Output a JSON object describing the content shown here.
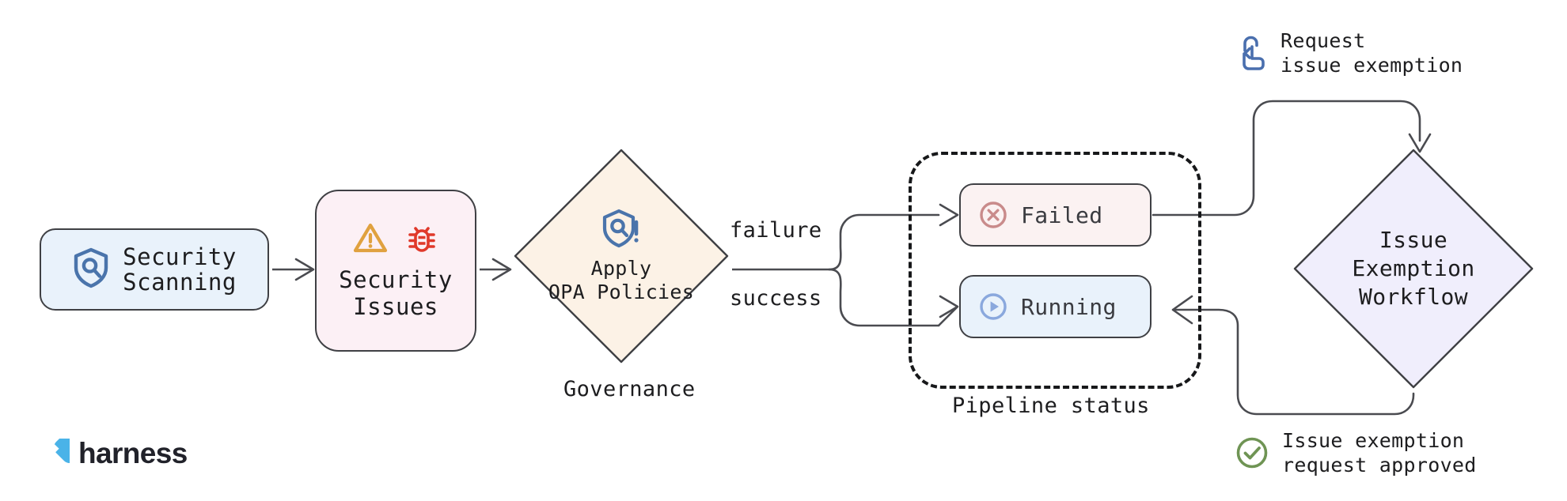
{
  "diagram": {
    "title": "Harness security scanning governance and issue exemption flow",
    "background": "#ffffff"
  },
  "nodes": {
    "security_scanning": {
      "label": "Security\nScanning",
      "line1": "Security",
      "line2": "Scanning",
      "icon": "shield-search-icon",
      "fill": "#e9f2fb",
      "stroke": "#3f4044"
    },
    "security_issues": {
      "label": "Security\nIssues",
      "line1": "Security",
      "line2": "Issues",
      "icons": [
        "warning-triangle-icon",
        "bug-icon"
      ],
      "fill": "#fcf0f5",
      "stroke": "#3f4044"
    },
    "governance": {
      "line1": "Apply",
      "line2": "OPA Policies",
      "caption": "Governance",
      "icon": "shield-policy-alert-icon",
      "fill": "#fcf2e6",
      "stroke": "#3f4044",
      "shape": "diamond"
    },
    "issue_exemption_workflow": {
      "line1": "Issue",
      "line2": "Exemption",
      "line3": "Workflow",
      "fill": "#f0eefc",
      "stroke": "#3f4044",
      "shape": "diamond"
    }
  },
  "pipeline_status": {
    "caption": "Pipeline status",
    "border_style": "dashed",
    "items": [
      {
        "label": "Failed",
        "icon": "x-circle-icon",
        "fill": "#fbf2f2",
        "icon_color": "#c98b8b"
      },
      {
        "label": "Running",
        "icon": "play-circle-icon",
        "fill": "#e9f2fb",
        "icon_color": "#8aa8dd"
      }
    ]
  },
  "edges": {
    "failure_label": "failure",
    "success_label": "success"
  },
  "annotations": [
    {
      "text": "Request\nissue exemption",
      "line1": "Request",
      "line2": "issue exemption",
      "icon": "click-hand-icon",
      "color": "#4a6fae"
    },
    {
      "text": "Issue exemption\nrequest approved",
      "line1": "Issue exemption",
      "line2": "request approved",
      "icon": "check-circle-icon",
      "color": "#6f9454"
    }
  ],
  "brand": {
    "name": "harness",
    "logo_icon": "harness-diamond-logo-icon",
    "logo_color": "#4ab3e8",
    "word_color": "#21222a"
  },
  "colors": {
    "stroke": "#3f4044",
    "wire": "#4a4b50",
    "warning": "#e0a13f",
    "bug": "#e0392b",
    "shield_blue": "#4a74ab"
  }
}
